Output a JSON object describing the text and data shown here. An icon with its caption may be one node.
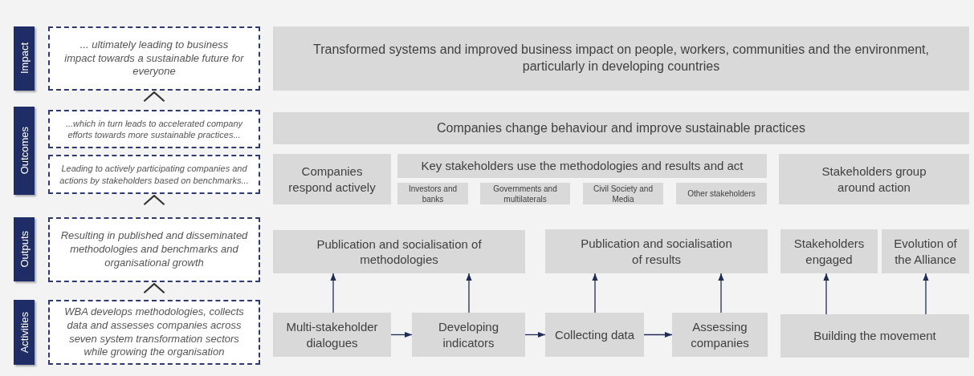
{
  "diagram": {
    "nodes": [
      {
        "text": [
          "Impact"
        ]
      },
      {
        "text": [
          "... ultimately leading to business impact towards a sustainable future for everyone"
        ]
      },
      {
        "text": [
          "Outcomes"
        ]
      },
      {
        "text": [
          "...which in turn leads to accelerated company efforts towards more sustainable practices..."
        ]
      },
      {
        "text": [
          "Leading to actively participating companies and actions by stakeholders based on benchmarks..."
        ]
      },
      {
        "text": [
          "Outputs"
        ]
      },
      {
        "text": [
          "Resulting in published and disseminated methodologies and benchmarks and organisational growth"
        ]
      },
      {
        "text": [
          "Activities"
        ]
      },
      {
        "text": [
          "WBA develops methodologies, collects data and assesses companies across seven system transformation sectors while growing the organisation"
        ]
      },
      {
        "text": [
          "Transformed systems and improved business impact on people, workers, communities and the environment, particularly in developing countries"
        ]
      },
      {
        "text": [
          "Companies change behaviour and improve sustainable practices"
        ]
      },
      {
        "text": [
          "Companies respond actively"
        ]
      },
      {
        "text": [
          "Key stakeholders use the methodologies and results and act"
        ]
      },
      {
        "text": [
          "Investors and banks"
        ]
      },
      {
        "text": [
          "Governments and multilaterals"
        ]
      },
      {
        "text": [
          "Civil Society and Media"
        ]
      },
      {
        "text": [
          "Other stakeholders"
        ]
      },
      {
        "text": [
          "Stakeholders group around action"
        ]
      },
      {
        "text": [
          "Publication and socialisation of methodologies"
        ]
      },
      {
        "text": [
          "Publication and socialisation of results"
        ]
      },
      {
        "text": [
          "Stakeholders engaged"
        ]
      },
      {
        "text": [
          "Evolution of the Alliance"
        ]
      },
      {
        "text": [
          "Multi-stakeholder dialogues"
        ]
      },
      {
        "text": [
          "Developing indicators"
        ]
      },
      {
        "text": [
          "Collecting data"
        ]
      },
      {
        "text": [
          "Assessing companies"
        ]
      },
      {
        "text": [
          "Building the movement"
        ]
      }
    ],
    "edges": [
      {
        "from": 3,
        "to": 1,
        "arrow": "to"
      },
      {
        "from": 6,
        "to": 4,
        "arrow": "to"
      },
      {
        "from": 8,
        "to": 6,
        "arrow": "to"
      },
      {
        "from": 22,
        "to": 18,
        "arrow": "to"
      },
      {
        "from": 23,
        "to": 18,
        "arrow": "to"
      },
      {
        "from": 24,
        "to": 19,
        "arrow": "to"
      },
      {
        "from": 25,
        "to": 19,
        "arrow": "to"
      },
      {
        "from": 26,
        "to": 20,
        "arrow": "to"
      },
      {
        "from": 26,
        "to": 21,
        "arrow": "to"
      },
      {
        "from": 22,
        "to": 23,
        "arrow": "to"
      },
      {
        "from": 23,
        "to": 24,
        "arrow": "to"
      },
      {
        "from": 24,
        "to": 25,
        "arrow": "to"
      }
    ]
  }
}
